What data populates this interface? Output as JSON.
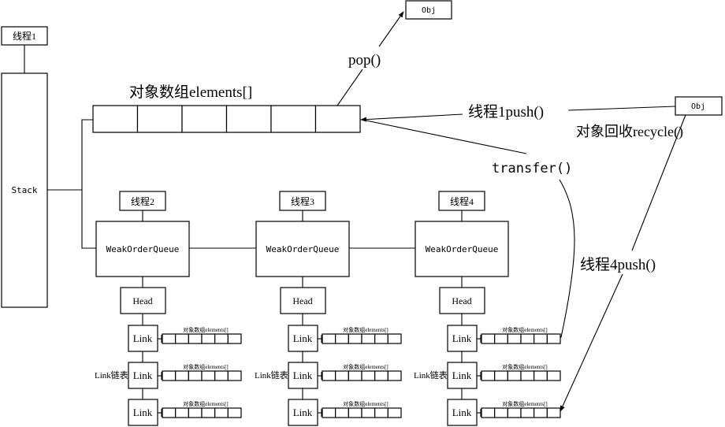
{
  "diagram": {
    "thread1_label": "线程1",
    "stack_label": "Stack",
    "main_array_label": "对象数组elements[]",
    "main_array_cells": 6,
    "pop_label": "pop()",
    "obj_top_label": "Obj",
    "obj_right_label": "Obj",
    "push1_label": "线程1push()",
    "recycle_label": "对象回收recycle()",
    "transfer_label": "transfer()",
    "push4_label": "线程4push()",
    "queues": [
      {
        "thread_label": "线程2",
        "queue_label": "WeakOrderQueue",
        "head_label": "Head",
        "chain_label": "Link链表",
        "links": [
          {
            "label": "Link",
            "array_label": "对象数组elements[]"
          },
          {
            "label": "Link",
            "array_label": "对象数组elements[]"
          },
          {
            "label": "Link",
            "array_label": "对象数组elements[]"
          }
        ]
      },
      {
        "thread_label": "线程3",
        "queue_label": "WeakOrderQueue",
        "head_label": "Head",
        "chain_label": "Link链表",
        "links": [
          {
            "label": "Link",
            "array_label": "对象数组elements[]"
          },
          {
            "label": "Link",
            "array_label": "对象数组elements[]"
          },
          {
            "label": "Link",
            "array_label": "对象数组elements[]"
          }
        ]
      },
      {
        "thread_label": "线程4",
        "queue_label": "WeakOrderQueue",
        "head_label": "Head",
        "chain_label": "Link链表",
        "links": [
          {
            "label": "Link",
            "array_label": "对象数组elements[]"
          },
          {
            "label": "Link",
            "array_label": "对象数组elements[]"
          },
          {
            "label": "Link",
            "array_label": "对象数组elements[]"
          }
        ]
      }
    ],
    "link_array_cells": 6
  }
}
